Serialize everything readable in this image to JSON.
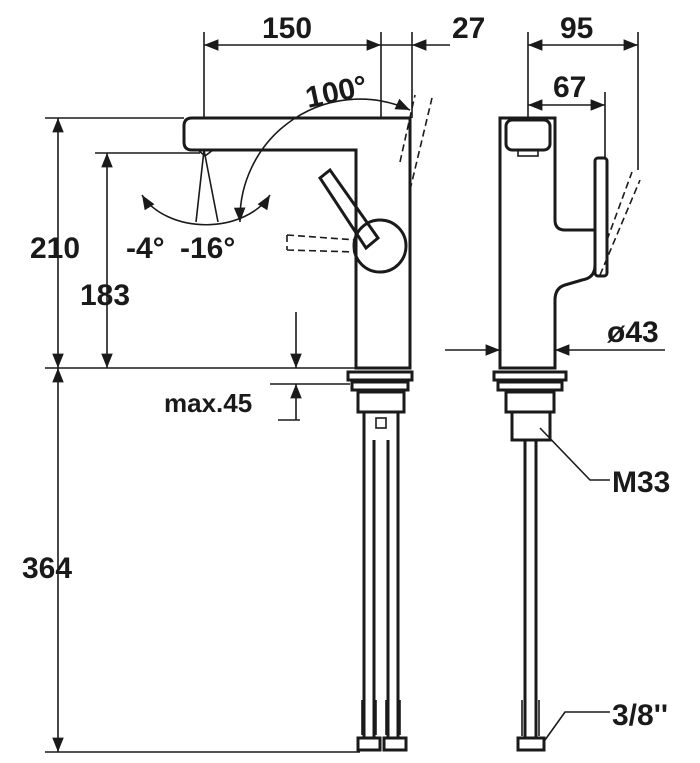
{
  "drawing": {
    "front_view": {
      "spout_length": "150",
      "handle_offset": "27",
      "handle_rotation": "100°",
      "spout_angle_min": "-4°",
      "spout_angle_max": "-16°",
      "height_total": "210",
      "height_outlet": "183",
      "hose_length": "364",
      "max_deck_thickness": "max.45"
    },
    "side_view": {
      "depth_total": "95",
      "depth_body": "67",
      "body_diameter": "ø43",
      "thread": "M33",
      "connection": "3/8''"
    }
  }
}
